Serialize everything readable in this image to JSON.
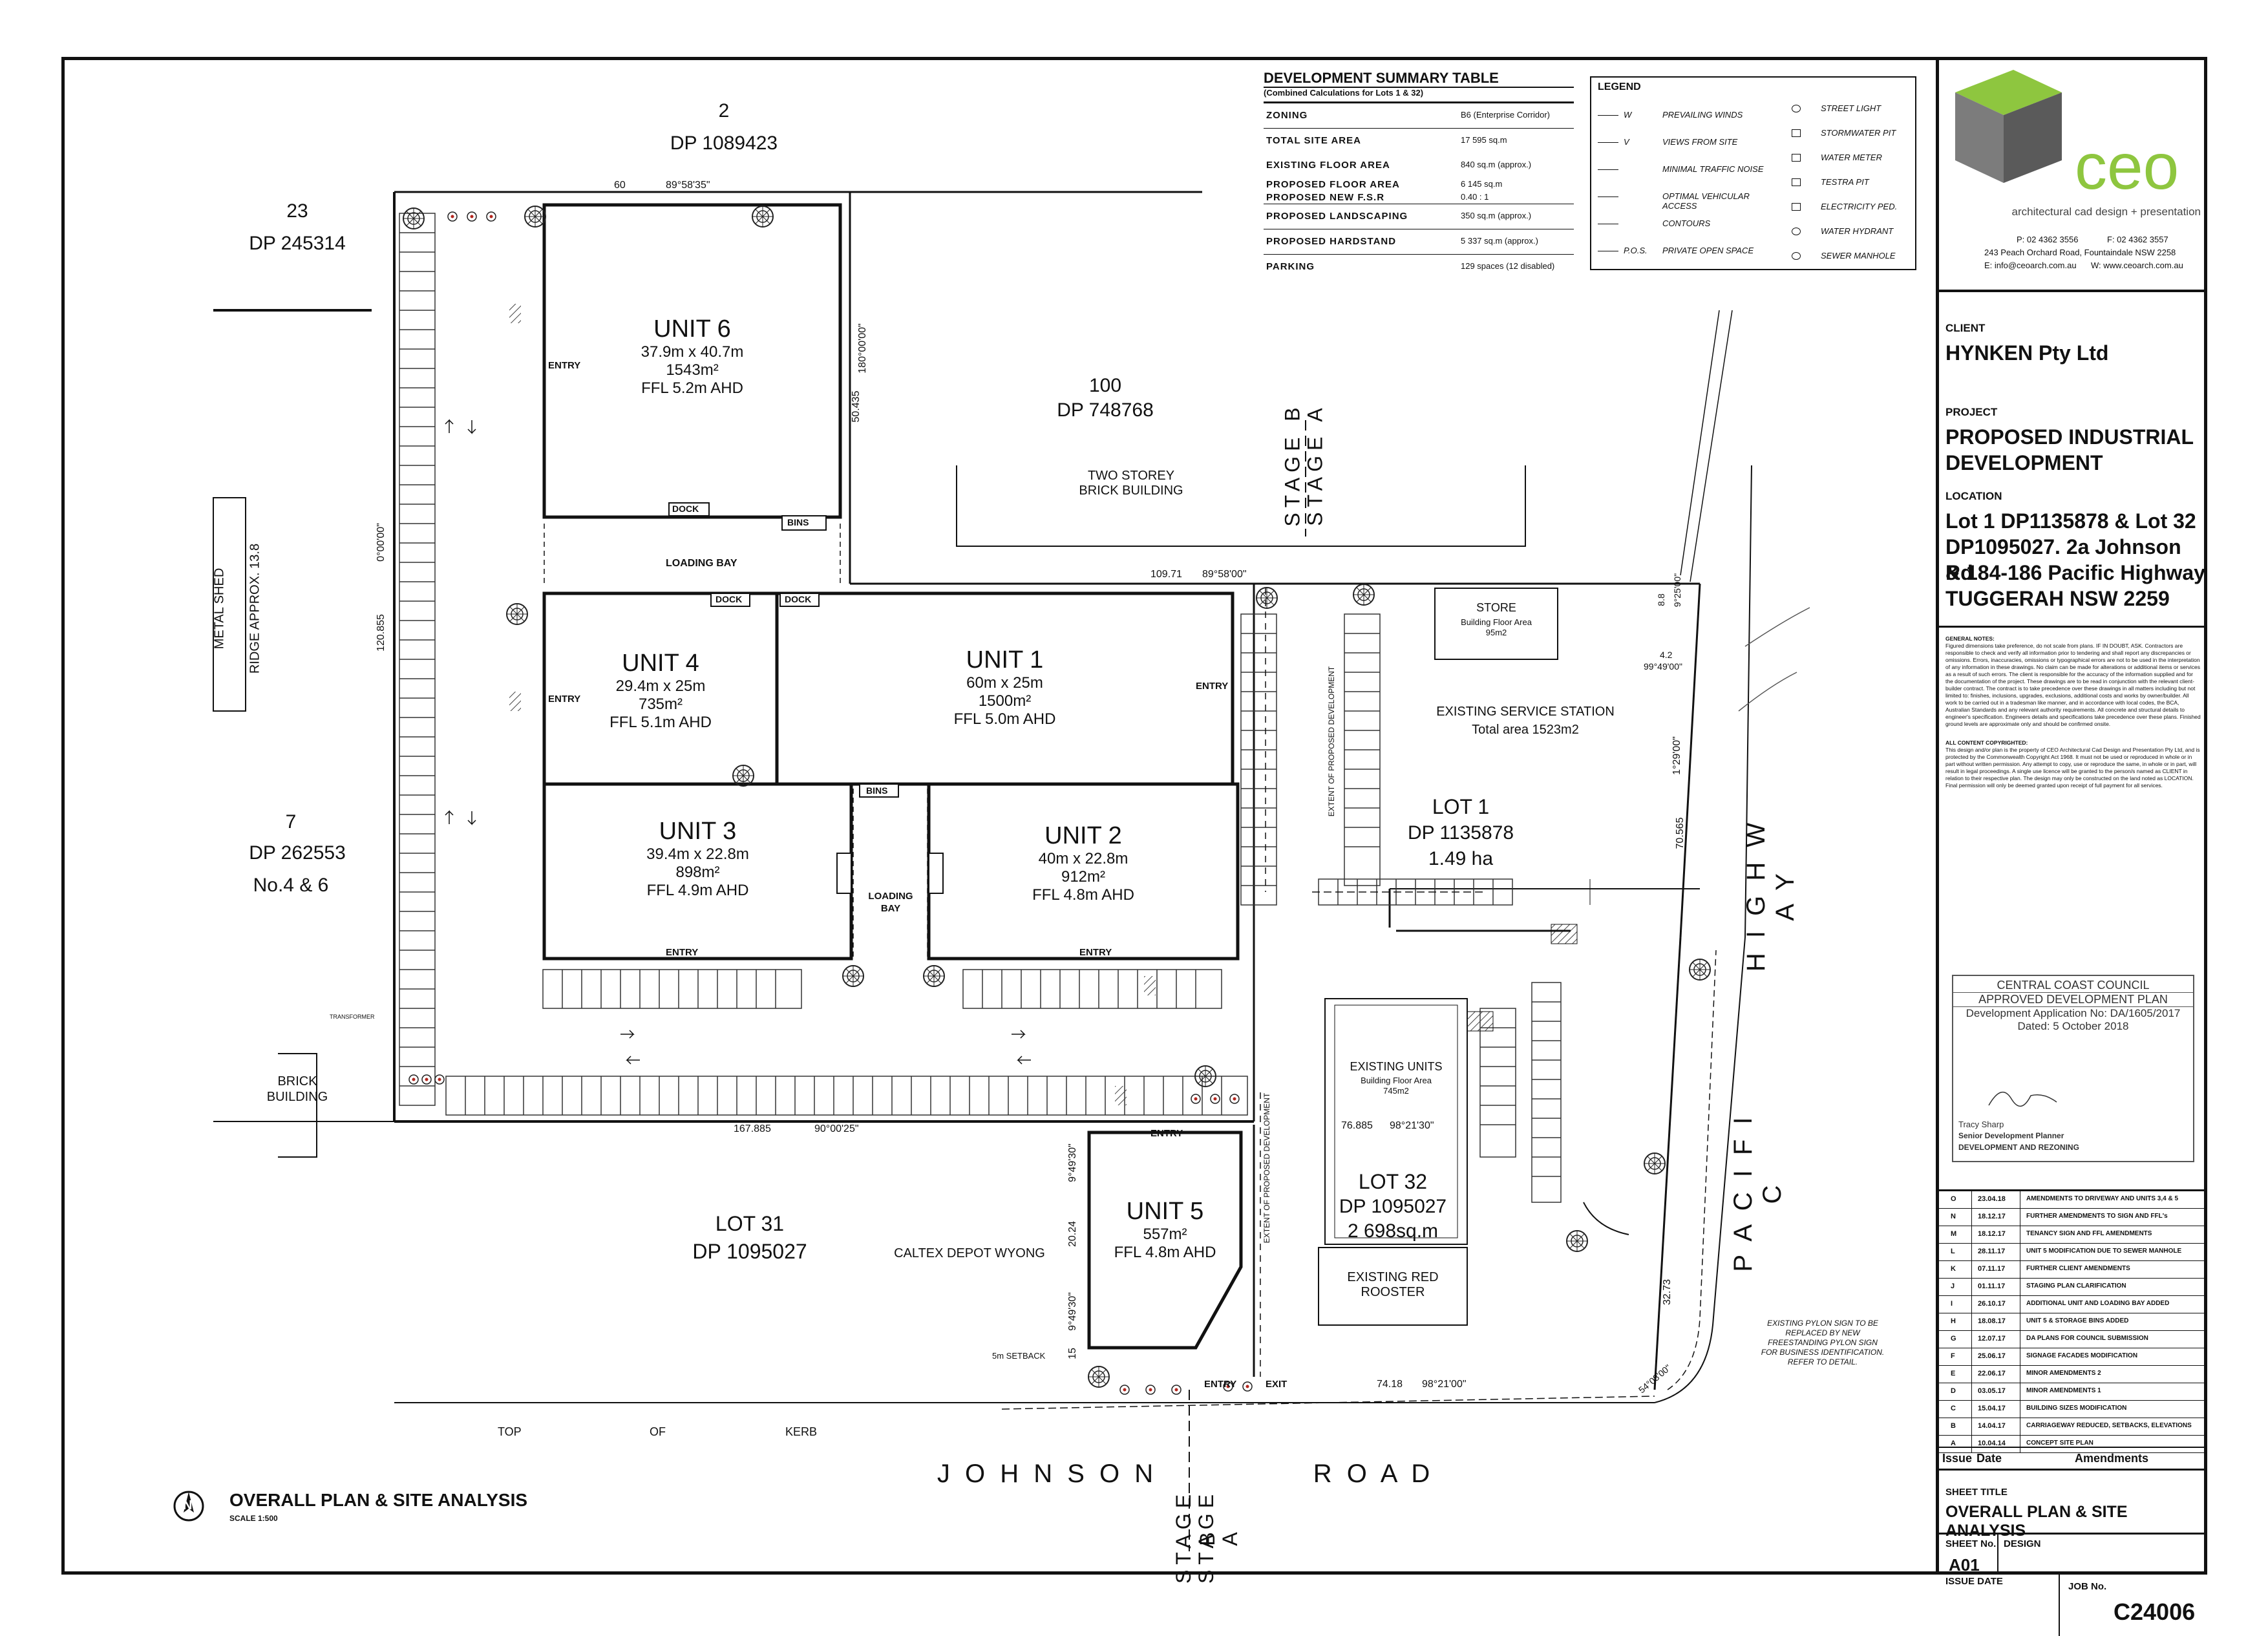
{
  "company": {
    "logo_text": "ceo",
    "tagline": "architectural cad design + presentation",
    "phone": "P: 02 4362 3556",
    "fax": "F: 02 4362 3557",
    "address": "243 Peach Orchard Road, Fountaindale NSW 2258",
    "email": "E: info@ceoarch.com.au",
    "web": "W: www.ceoarch.com.au"
  },
  "title_block": {
    "client_label": "CLIENT",
    "client": "HYNKEN Pty Ltd",
    "project_label": "PROJECT",
    "project_line1": "PROPOSED INDUSTRIAL",
    "project_line2": "DEVELOPMENT",
    "location_label": "LOCATION",
    "location_line1": "Lot 1 DP1135878 & Lot 32",
    "location_line2": "DP1095027. 2a Johnson Rd",
    "location_line3": "& 184-186 Pacific Highway",
    "location_line4": "TUGGERAH NSW 2259",
    "general_notes_title": "GENERAL NOTES:",
    "general_notes": "Figured dimensions take preference, do not scale from plans. IF IN DOUBT, ASK. Contractors are responsible to check and verify all information prior to tendering and shall report any discrepancies or omissions. Errors, inaccuracies, omissions or typographical errors are not to be used in the interpretation of any information in these drawings. No claim can be made for alterations or additional items or services as a result of such errors. The client is responsible for the accuracy of the information supplied and for the documentation of the project. These drawings are to be read in conjunction with the relevant client-builder contract. The contract is to take precedence over these drawings in all matters including but not limited to: finishes, inclusions, upgrades, exclusions, additional costs and works by owner/builder. All work to be carried out in a tradesman like manner, and in accordance with local codes, the BCA, Australian Standards and any relevant authority requirements. All concrete and structural details to engineer's specification. Engineers details and specifications take precedence over these plans. Finished ground levels are approximate only and should be confirmed onsite.",
    "copyright_title": "ALL CONTENT COPYRIGHTED:",
    "copyright": "This design and/or plan is the property of CEO Architectural Cad Design and Presentation Pty Ltd, and is protected by the Commonwealth Copyright Act 1968. It must not be used or reproduced in whole or in part without written permission. Any attempt to copy, use or reproduce the same, in whole or in part, will result in legal proceedings. A single use licence will be granted to the person/s named as CLIENT in relation to their respective plan. The design may only be constructed on the land noted as LOCATION. Final permission will only be deemed granted upon receipt of full payment for all services.",
    "council_line1": "CENTRAL COAST COUNCIL",
    "council_line2": "APPROVED DEVELOPMENT PLAN",
    "council_line3": "Development Application No: DA/1605/2017",
    "council_line4": "Dated: 5 October 2018",
    "signatory_name": "Tracy Sharp",
    "signatory_title": "Senior Development Planner",
    "signatory_dept": "DEVELOPMENT AND REZONING",
    "amendments": [
      {
        "issue": "O",
        "date": "23.04.18",
        "desc": "AMENDMENTS TO DRIVEWAY AND UNITS 3,4 & 5"
      },
      {
        "issue": "N",
        "date": "18.12.17",
        "desc": "FURTHER AMENDMENTS TO SIGN AND FFL's"
      },
      {
        "issue": "M",
        "date": "18.12.17",
        "desc": "TENANCY SIGN AND FFL AMENDMENTS"
      },
      {
        "issue": "L",
        "date": "28.11.17",
        "desc": "UNIT 5 MODIFICATION DUE TO SEWER MANHOLE"
      },
      {
        "issue": "K",
        "date": "07.11.17",
        "desc": "FURTHER CLIENT AMENDMENTS"
      },
      {
        "issue": "J",
        "date": "01.11.17",
        "desc": "STAGING PLAN CLARIFICATION"
      },
      {
        "issue": "I",
        "date": "26.10.17",
        "desc": "ADDITIONAL UNIT AND LOADING BAY ADDED"
      },
      {
        "issue": "H",
        "date": "18.08.17",
        "desc": "UNIT 5 & STORAGE BINS ADDED"
      },
      {
        "issue": "G",
        "date": "12.07.17",
        "desc": "DA PLANS FOR COUNCIL SUBMISSION"
      },
      {
        "issue": "F",
        "date": "25.06.17",
        "desc": "SIGNAGE FACADES MODIFICATION"
      },
      {
        "issue": "E",
        "date": "22.06.17",
        "desc": "MINOR AMENDMENTS 2"
      },
      {
        "issue": "D",
        "date": "03.05.17",
        "desc": "MINOR AMENDMENTS 1"
      },
      {
        "issue": "C",
        "date": "15.04.17",
        "desc": "BUILDING SIZES MODIFICATION"
      },
      {
        "issue": "B",
        "date": "14.04.17",
        "desc": "CARRIAGEWAY REDUCED, SETBACKS, ELEVATIONS"
      },
      {
        "issue": "A",
        "date": "10.04.14",
        "desc": "CONCEPT SITE PLAN"
      }
    ],
    "amend_head_issue": "Issue",
    "amend_head_date": "Date",
    "amend_head_desc": "Amendments",
    "sheet_title_label": "SHEET TITLE",
    "sheet_title": "OVERALL PLAN & SITE ANALYSIS",
    "sheet_no_label": "SHEET No.",
    "sheet_no": "A01",
    "design_label": "DESIGN",
    "issue_date_label": "ISSUE DATE",
    "job_no_label": "JOB No.",
    "job_no": "C24006"
  },
  "summary": {
    "title": "DEVELOPMENT SUMMARY TABLE",
    "subtitle": "(Combined Calculations for Lots 1 & 32)",
    "rows": [
      {
        "label": "ZONING",
        "value": "B6 (Enterprise Corridor)"
      },
      {
        "label": "TOTAL SITE AREA",
        "value": "17 595 sq.m"
      },
      {
        "label": "EXISTING FLOOR AREA",
        "value": "840 sq.m (approx.)"
      },
      {
        "label": "PROPOSED FLOOR AREA",
        "value": "6 145 sq.m"
      },
      {
        "label": "PROPOSED NEW F.S.R",
        "value": "0.40 : 1"
      },
      {
        "label": "PROPOSED LANDSCAPING",
        "value": "350 sq.m (approx.)"
      },
      {
        "label": "PROPOSED HARDSTAND",
        "value": "5 337 sq.m (approx.)"
      },
      {
        "label": "PARKING",
        "value": "129 spaces (12 disabled)"
      }
    ]
  },
  "legend": {
    "title": "LEGEND",
    "left": [
      {
        "sym": "W",
        "label": "PREVAILING WINDS"
      },
      {
        "sym": "V",
        "label": "VIEWS FROM SITE"
      },
      {
        "sym": "",
        "label": "MINIMAL TRAFFIC NOISE"
      },
      {
        "sym": "",
        "label": "OPTIMAL VEHICULAR ACCESS"
      },
      {
        "sym": "",
        "label": "CONTOURS"
      },
      {
        "sym": "P.O.S.",
        "label": "PRIVATE OPEN SPACE"
      }
    ],
    "right": [
      "STREET LIGHT",
      "STORMWATER PIT",
      "WATER METER",
      "TESTRA PIT",
      "ELECTRICITY PED.",
      "WATER HYDRANT",
      "SEWER MANHOLE"
    ]
  },
  "units": {
    "u6": {
      "name": "UNIT 6",
      "dims": "37.9m x 40.7m",
      "area": "1543m²",
      "ffl": "FFL 5.2m AHD"
    },
    "u4": {
      "name": "UNIT 4",
      "dims": "29.4m x 25m",
      "area": "735m²",
      "ffl": "FFL 5.1m AHD"
    },
    "u1": {
      "name": "UNIT 1",
      "dims": "60m x 25m",
      "area": "1500m²",
      "ffl": "FFL 5.0m AHD"
    },
    "u3": {
      "name": "UNIT 3",
      "dims": "39.4m x 22.8m",
      "area": "898m²",
      "ffl": "FFL 4.9m AHD"
    },
    "u2": {
      "name": "UNIT 2",
      "dims": "40m x 22.8m",
      "area": "912m²",
      "ffl": "FFL 4.8m AHD"
    },
    "u5": {
      "name": "UNIT 5",
      "area": "557m²",
      "ffl": "FFL 4.8m AHD"
    }
  },
  "plan": {
    "lot2": "2",
    "dp2": "DP 1089423",
    "lot23": "23",
    "dp23": "DP 245314",
    "lot100": "100",
    "dp100": "DP 748768",
    "two_storey1": "TWO STOREY",
    "two_storey2": "BRICK BUILDING",
    "lot7": "7",
    "dp7": "DP 262553",
    "no46": "No.4 & 6",
    "metal_shed1": "METAL SHED",
    "metal_shed2": "RIDGE APPROX. 13.8",
    "brick1": "BRICK",
    "brick2": "BUILDING",
    "lot31": "LOT 31",
    "dp31": "DP 1095027",
    "caltex": "CALTEX DEPOT WYONG",
    "lot1": "LOT 1",
    "dp1": "DP 1135878",
    "ha": "1.49 ha",
    "store": "STORE",
    "store_area1": "Building Floor Area",
    "store_area2": "95m2",
    "service1": "EXISTING SERVICE STATION",
    "service2": "Total area 1523m2",
    "exunits1": "EXISTING UNITS",
    "exunits2": "Building Floor Area",
    "exunits3": "745m2",
    "lot32": "LOT 32",
    "dp32": "DP 1095027",
    "area32": "2 698sq.m",
    "rooster": "EXISTING RED ROOSTER",
    "stage_a": "STAGE A",
    "stage_b": "STAGE B",
    "extent": "EXTENT OF PROPOSED DEVELOPMENT",
    "johnson": "J O H N S O N",
    "road": "R O A D",
    "pacific": "P A C I F I C",
    "highway": "H I G H W A Y",
    "top": "TOP",
    "of": "OF",
    "kerb": "KERB",
    "loading_bay": "LOADING BAY",
    "loading": "LOADING",
    "bay": "BAY",
    "entry": "ENTRY",
    "exit": "EXIT",
    "dock": "DOCK",
    "bins": "BINS",
    "setback": "5m SETBACK",
    "pylon_note1": "EXISTING PYLON SIGN TO BE",
    "pylon_note2": "REPLACED BY NEW",
    "pylon_note3": "FREESTANDING PYLON SIGN",
    "pylon_note4": "FOR BUSINESS IDENTIFICATION.",
    "pylon_note5": "REFER TO DETAIL.",
    "transformer": "TRANSFORMER",
    "d_60": "60",
    "d_top": "89°58'35\"",
    "d_120": "120.855",
    "d_0": "0°00'00\"",
    "d_50": "50.435",
    "d_180": "180°00'00\"",
    "d_109": "109.71",
    "d_8958": "89°58'00\"",
    "d_167": "167.885",
    "d_9000": "90°00'25\"",
    "d_76": "76.885",
    "d_9821": "98°21'30\"",
    "d_74": "74.18",
    "d_982100": "98°21'00\"",
    "d_2024": "20.24",
    "d_949": "9°49'30\"",
    "d_15": "15",
    "d_8_8": "8.8",
    "d_925": "9°25'00\"",
    "d_42": "4.2",
    "d_9949": "99°49'00\"",
    "d_70": "70.565",
    "d_129": "1°29'00\"",
    "d_32": "32.73",
    "d_5408": "54°08'00\""
  },
  "footer": {
    "title": "OVERALL PLAN & SITE ANALYSIS",
    "scale": "SCALE 1:500",
    "north": "N"
  }
}
